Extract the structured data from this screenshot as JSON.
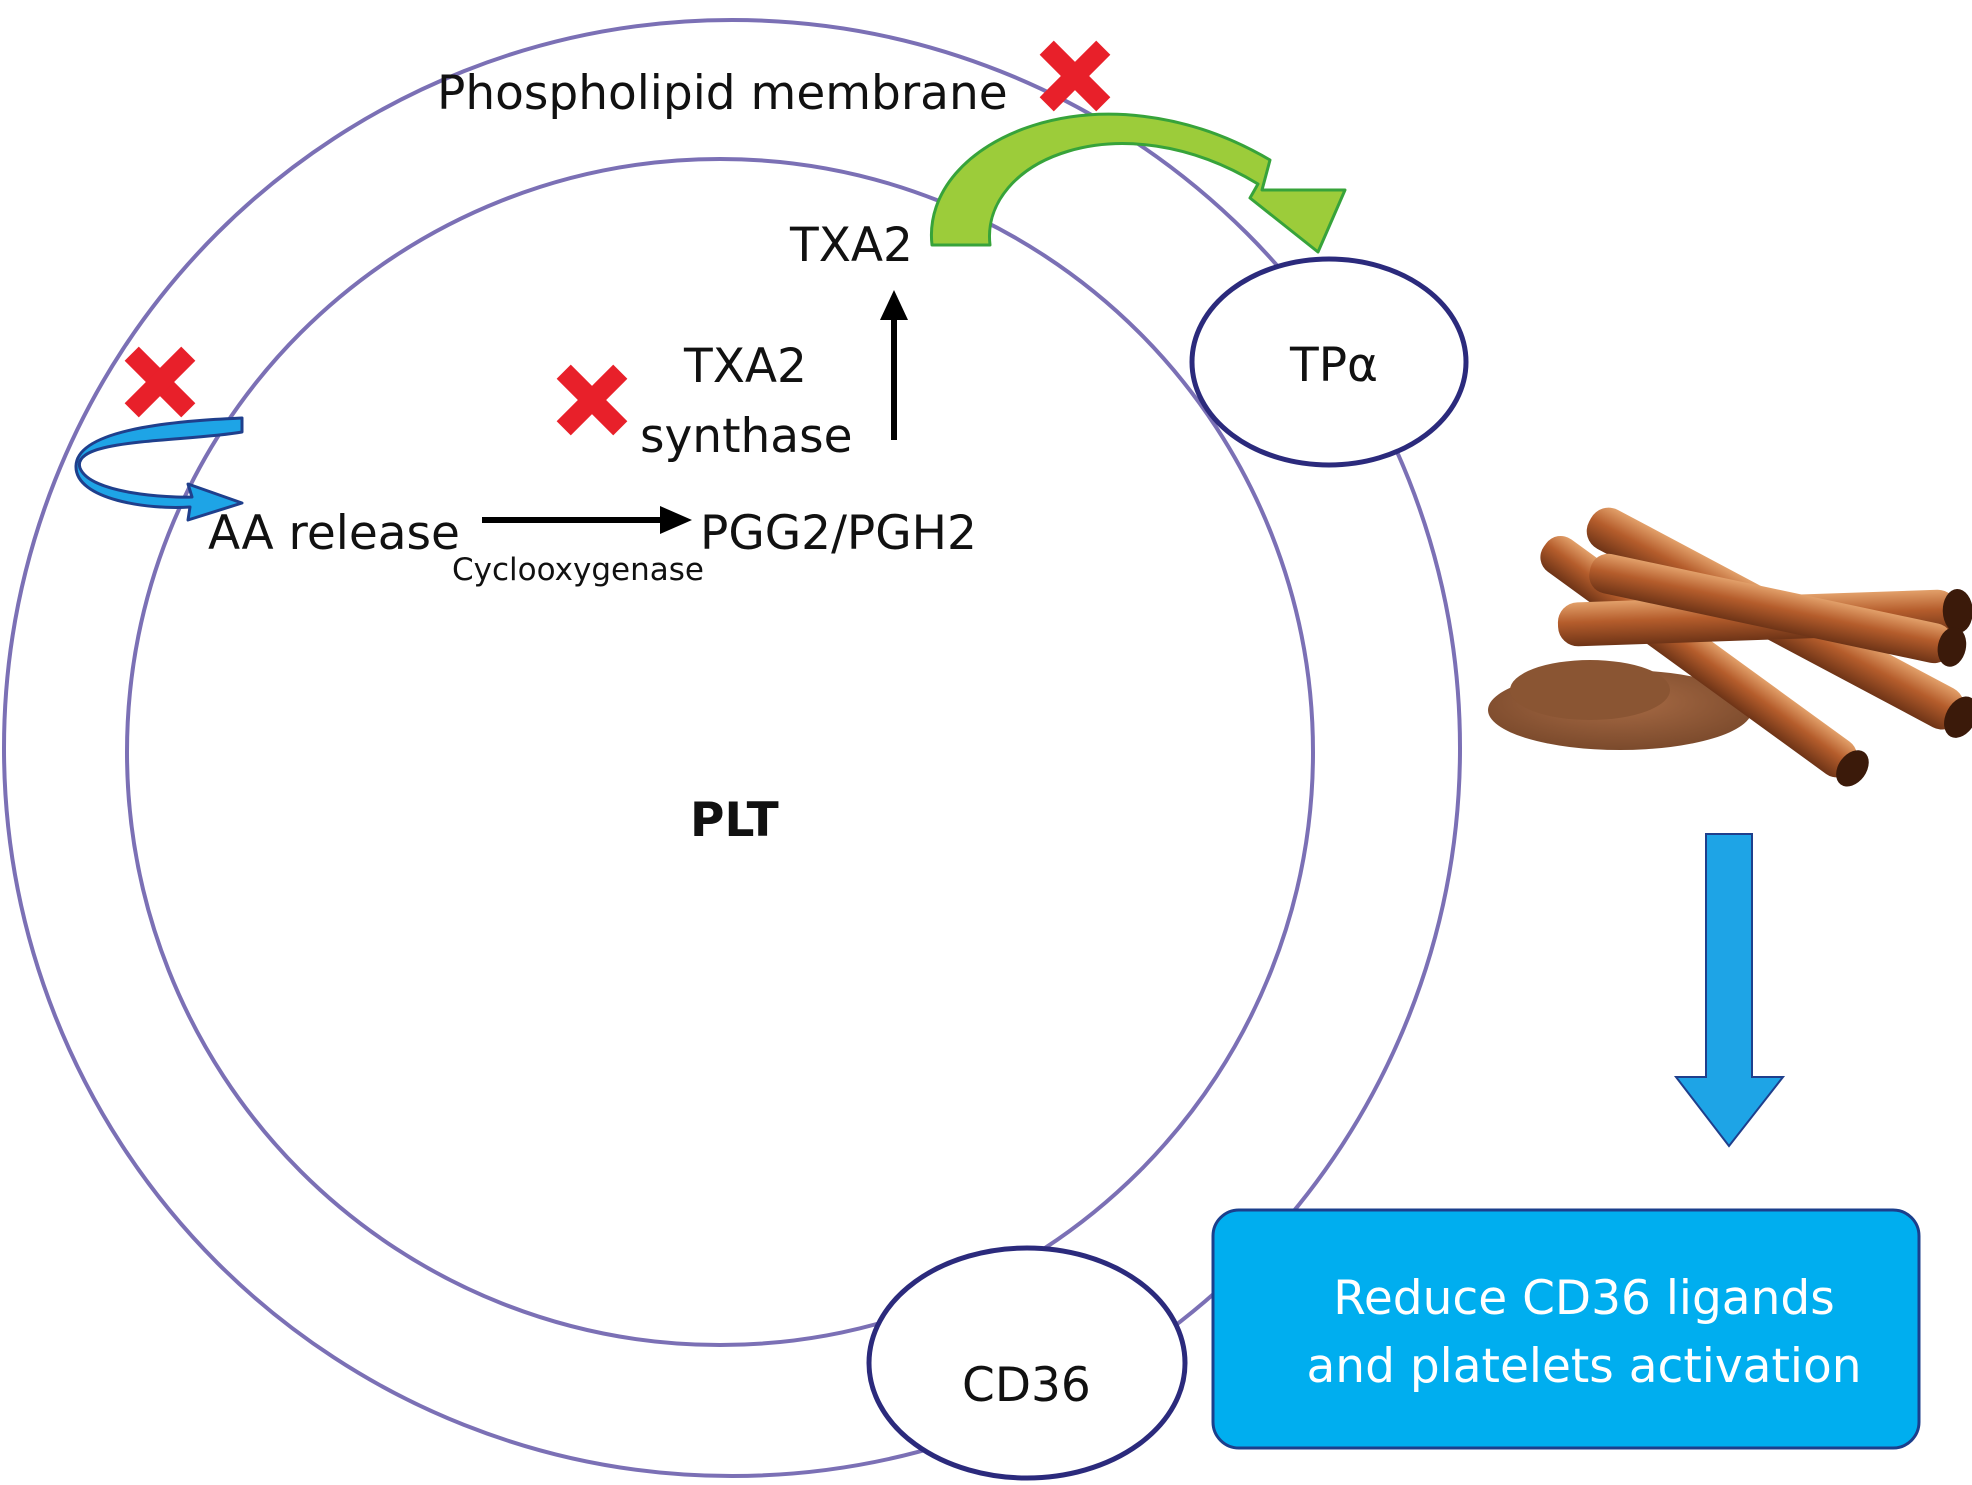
{
  "labels": {
    "phospholipid_membrane": "Phospholipid membrane",
    "txa2": "TXA2",
    "txa2_synthase_line1": "TXA2",
    "txa2_synthase_line2": "synthase",
    "aa_release": "AA release",
    "cyclooxygenase": "Cyclooxygenase",
    "pgg2_pgh2": "PGG2/PGH2",
    "plt": "PLT",
    "tp_alpha": "TPα",
    "cd36": "CD36"
  },
  "result_box": {
    "line1": "Reduce CD36 ligands",
    "line2": "and platelets activation"
  },
  "colors": {
    "membrane_stroke": "#7b70b5",
    "receptor_stroke": "#2b2a7c",
    "inhibit_x": "#e8202a",
    "blue_arrow": "#1ea4e6",
    "green_arrow": "#9ccc3a",
    "result_box_fill": "#00aeef",
    "result_box_stroke": "#1b3f8c"
  },
  "icons": {
    "inhibit": "red-x-icon",
    "cinnamon": "cinnamon-sticks-image"
  }
}
